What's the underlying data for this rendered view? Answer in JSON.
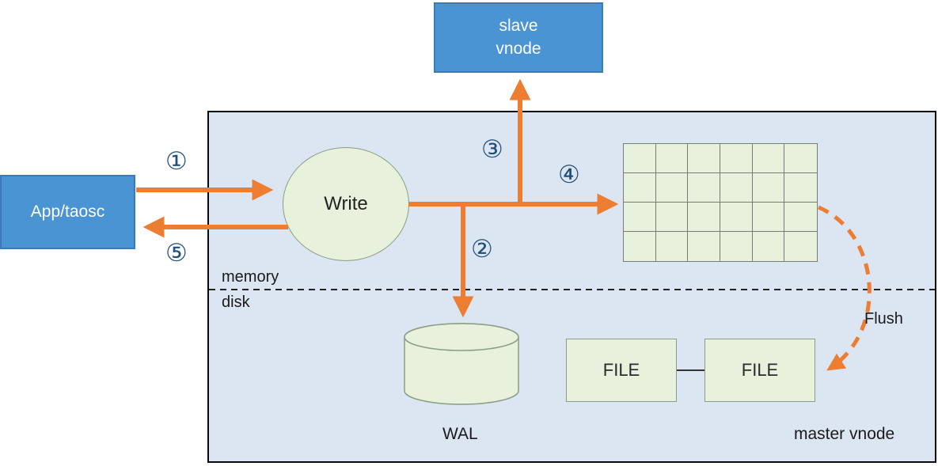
{
  "colors": {
    "blue_fill": "#4b94d4",
    "blue_border": "#3a7ab8",
    "container_fill": "#dce6f3",
    "green_fill": "#e8f1dc",
    "green_border": "#8b9c84",
    "grid_line": "#7a7a7a",
    "orange": "#ed7d31",
    "step_color": "#1f4e79"
  },
  "nodes": {
    "app": "App/taosc",
    "slave_line1": "slave",
    "slave_line2": "vnode",
    "write": "Write",
    "file_left": "FILE",
    "file_right": "FILE",
    "wal": "WAL"
  },
  "labels": {
    "memory": "memory",
    "disk": "disk",
    "master_vnode": "master vnode",
    "flush": "Flush"
  },
  "steps": [
    "①",
    "②",
    "③",
    "④",
    "⑤"
  ],
  "grid": {
    "rows": 4,
    "cols": 6
  }
}
